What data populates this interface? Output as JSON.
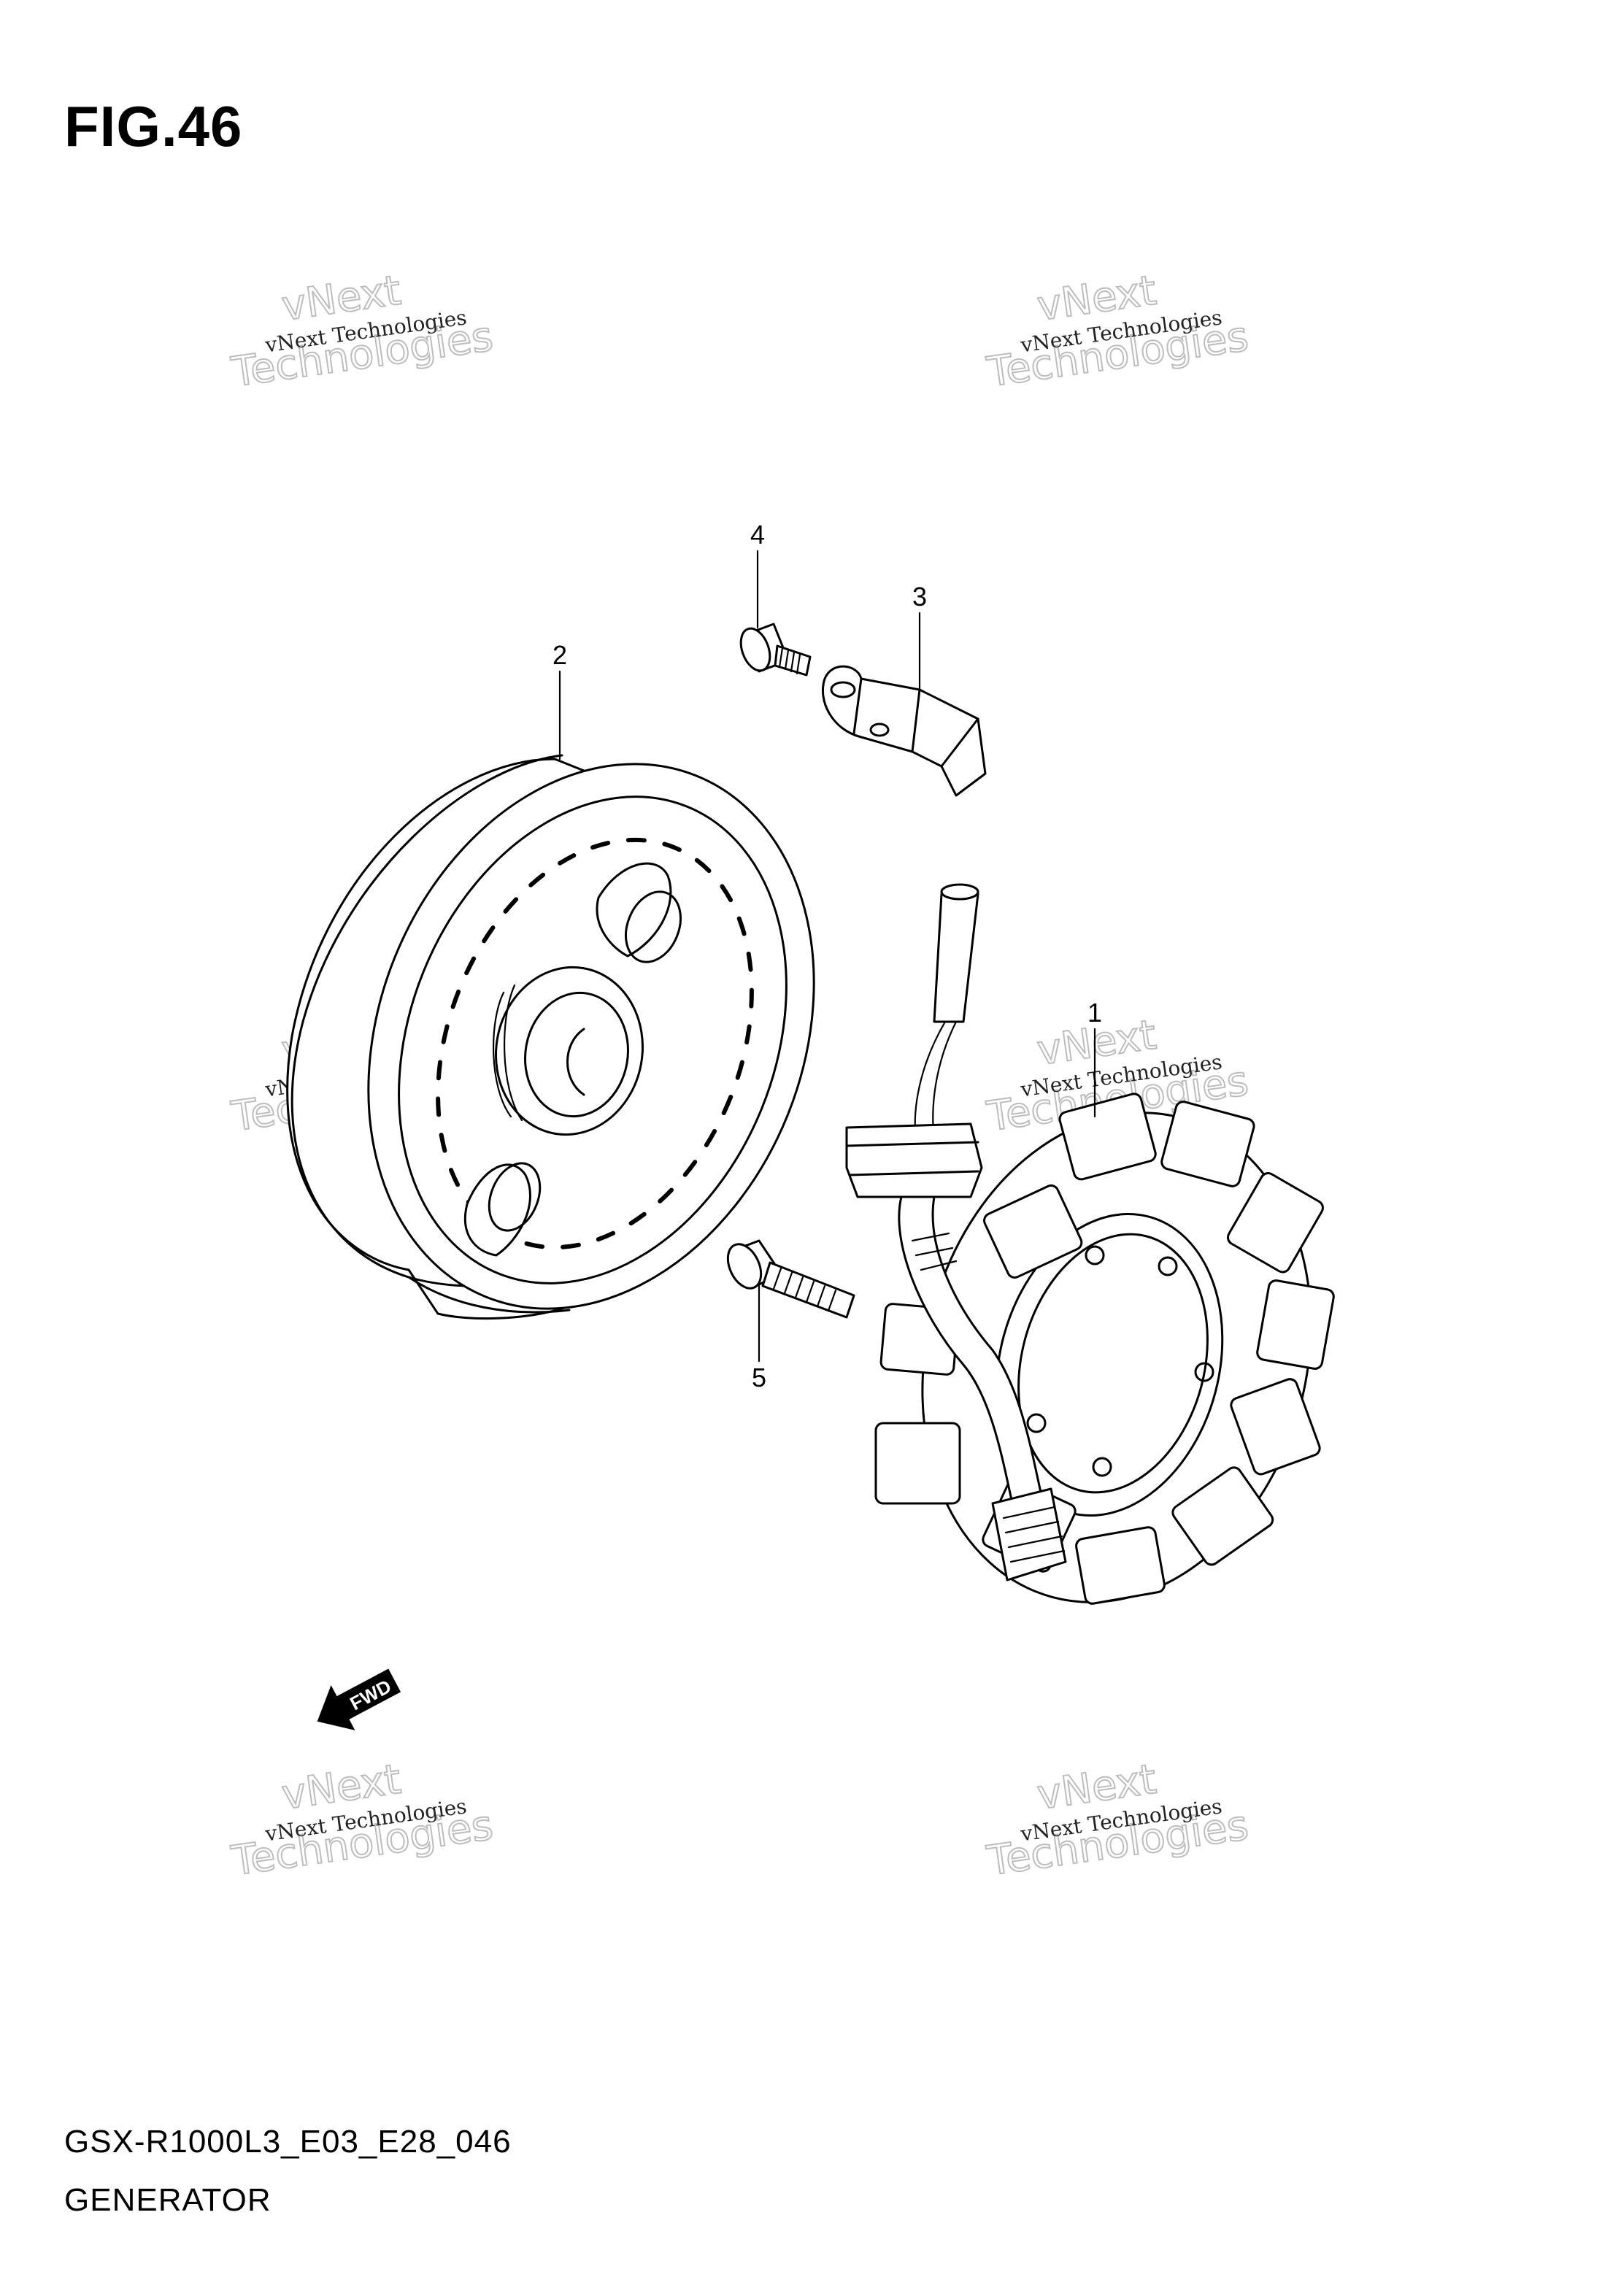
{
  "figure": {
    "title": "FIG.46",
    "code": "GSX-R1000L3_E03_E28_046",
    "name": "GENERATOR"
  },
  "callouts": [
    {
      "number": "1",
      "part": "stator"
    },
    {
      "number": "2",
      "part": "rotor"
    },
    {
      "number": "3",
      "part": "clamp"
    },
    {
      "number": "4",
      "part": "bolt"
    },
    {
      "number": "5",
      "part": "bolt"
    }
  ],
  "fwd_marker": "FWD",
  "watermark": {
    "line_small": "vNext Technologies",
    "line_top": "vNext",
    "line_bottom": "Technologies"
  }
}
